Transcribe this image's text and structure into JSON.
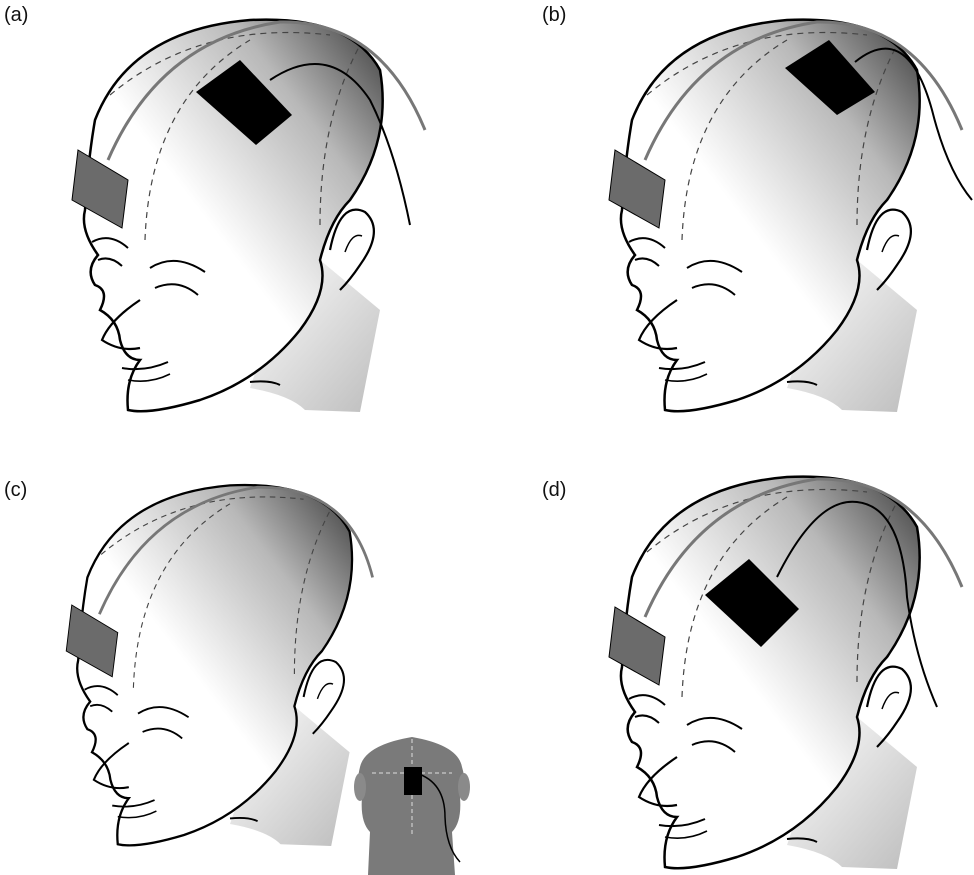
{
  "figure": {
    "panels": [
      {
        "label": "(a)",
        "electrode": "upper"
      },
      {
        "label": "(b)",
        "electrode": "crown"
      },
      {
        "label": "(c)",
        "electrode": "back-of-head"
      },
      {
        "label": "(d)",
        "electrode": "side"
      }
    ]
  },
  "colors": {
    "line": "#000000",
    "reference_pad": "#6b6b6b",
    "electrode": "#000000",
    "shade_light": "#ffffff",
    "shade_dark": "#3a3a3a",
    "back_head": "#7a7a7a"
  }
}
